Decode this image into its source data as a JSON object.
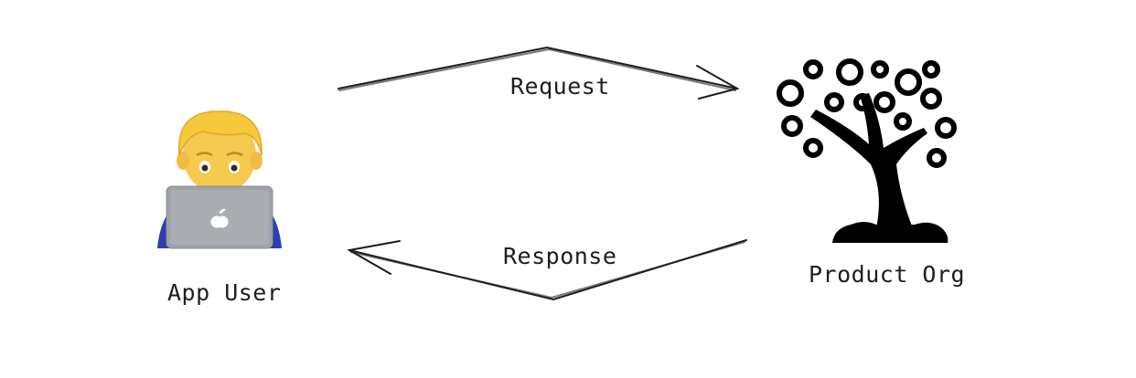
{
  "nodes": {
    "user": {
      "label": "App User",
      "icon": "developer-icon"
    },
    "org": {
      "label": "Product Org",
      "icon": "tree-icon"
    }
  },
  "edges": {
    "request": {
      "label": "Request"
    },
    "response": {
      "label": "Response"
    }
  },
  "colors": {
    "stroke": "#1e1e1e",
    "hair": "#f6c93a",
    "skin": "#f6c94f",
    "laptop": "#9fa3a8",
    "shirt": "#2d3fae",
    "tree": "#000000"
  }
}
